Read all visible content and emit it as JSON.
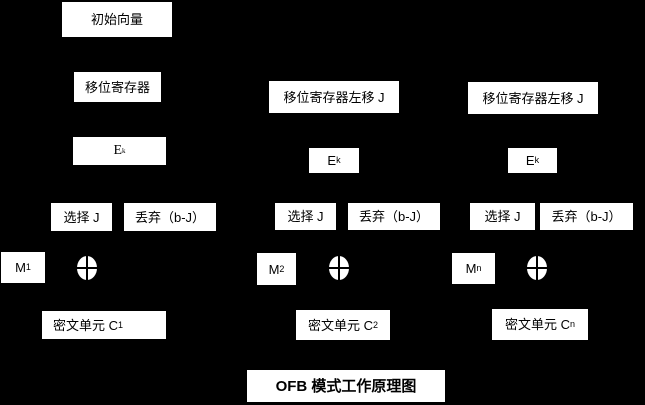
{
  "diagram": {
    "title": "OFB 模式工作原理图",
    "colors": {
      "background": "#000000",
      "box_fill": "#ffffff",
      "box_text": "#000000"
    },
    "icons": {
      "xor": "⊕"
    },
    "columns": [
      {
        "init_label": "初始向量",
        "shift_label": "移位寄存器",
        "e_base": "E",
        "e_sub": "k",
        "select_label": "选择 J",
        "discard_label": "丢弃（b-J）",
        "m_base": "M",
        "m_sub": "1",
        "cipher_base": "密文单元 C",
        "cipher_sub": "1"
      },
      {
        "shift_label": "移位寄存器左移 J",
        "e_base": "E",
        "e_sub": "k",
        "select_label": "选择 J",
        "discard_label": "丢弃（b-J）",
        "m_base": "M",
        "m_sub": "2",
        "cipher_base": "密文单元 C",
        "cipher_sub": "2"
      },
      {
        "shift_label": "移位寄存器左移 J",
        "e_base": "E",
        "e_sub": "k",
        "select_label": "选择 J",
        "discard_label": "丢弃（b-J）",
        "m_base": "M",
        "m_sub": "n",
        "cipher_base": "密文单元 C",
        "cipher_sub": "n"
      }
    ]
  }
}
